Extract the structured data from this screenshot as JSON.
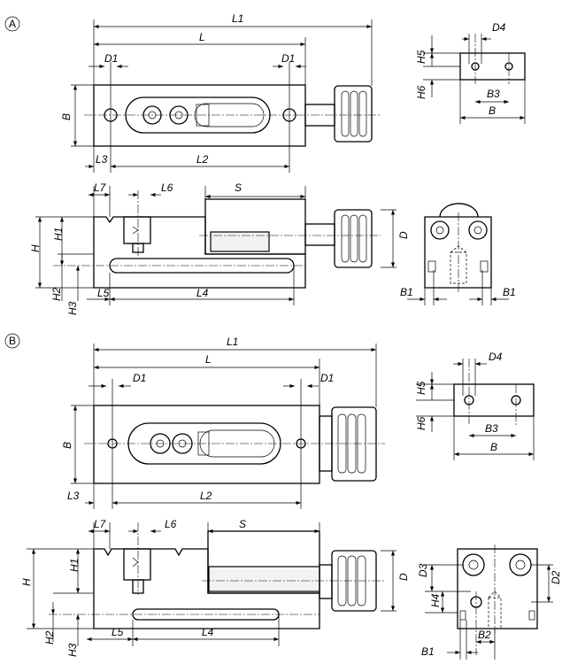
{
  "variant_a": {
    "marker": "A",
    "labels": {
      "L1": "L1",
      "L": "L",
      "D1_left": "D1",
      "D1_right": "D1",
      "B": "B",
      "L3": "L3",
      "L2": "L2",
      "L7": "L7",
      "L6": "L6",
      "S": "S",
      "H": "H",
      "H1": "H1",
      "D": "D",
      "H2": "H2",
      "H3": "H3",
      "L5": "L5",
      "L4": "L4",
      "D4": "D4",
      "H5": "H5",
      "H6": "H6",
      "B3": "B3",
      "B_end": "B",
      "B1_left": "B1",
      "B1_right": "B1"
    }
  },
  "variant_b": {
    "marker": "B",
    "labels": {
      "L1": "L1",
      "L": "L",
      "D1_left": "D1",
      "D1_right": "D1",
      "B": "B",
      "L3": "L3",
      "L2": "L2",
      "L7": "L7",
      "L6": "L6",
      "S": "S",
      "H": "H",
      "H1": "H1",
      "D": "D",
      "H2": "H2",
      "H3": "H3",
      "L5": "L5",
      "L4": "L4",
      "D4": "D4",
      "H5": "H5",
      "H6": "H6",
      "B3": "B3",
      "B_end": "B",
      "D3": "D3",
      "D2": "D2",
      "H4": "H4",
      "B1": "B1",
      "B2": "B2"
    }
  }
}
